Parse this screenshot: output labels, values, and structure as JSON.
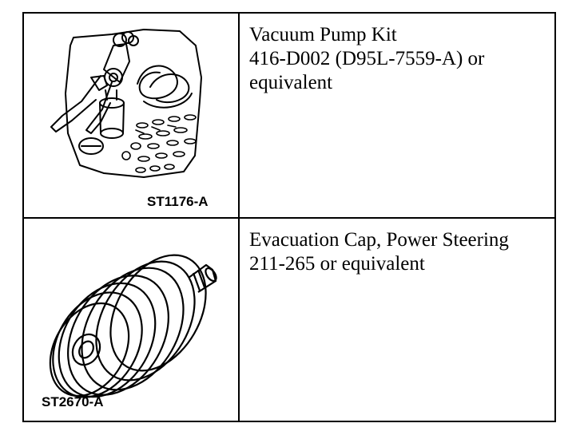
{
  "tools": [
    {
      "name": "Vacuum Pump Kit",
      "part_number": "416-D002 (D95L-7559-A) or",
      "note": "equivalent",
      "illustration_code": "ST1176-A",
      "icon": "vacuum-pump-kit-illustration"
    },
    {
      "name": "Evacuation Cap, Power Steering",
      "part_number": "211-265 or equivalent",
      "note": "",
      "illustration_code": "ST2670-A",
      "icon": "evacuation-cap-illustration"
    }
  ]
}
